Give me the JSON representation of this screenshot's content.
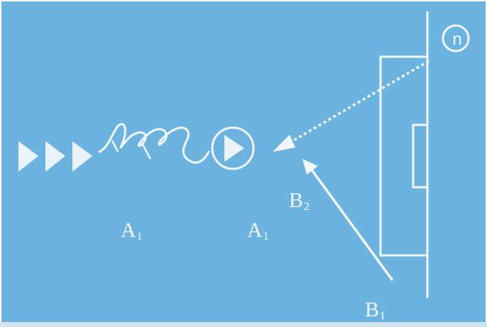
{
  "diagram": {
    "labels": {
      "a1_left": {
        "main": "A",
        "sub": "1"
      },
      "a1_right": {
        "main": "A",
        "sub": "1"
      },
      "b2": {
        "main": "B",
        "sub": "2"
      },
      "b1": {
        "main": "B",
        "sub": "1"
      }
    },
    "badge": "n",
    "colors": {
      "background": "#6db3e0",
      "ink": "#f2f7fb"
    }
  }
}
